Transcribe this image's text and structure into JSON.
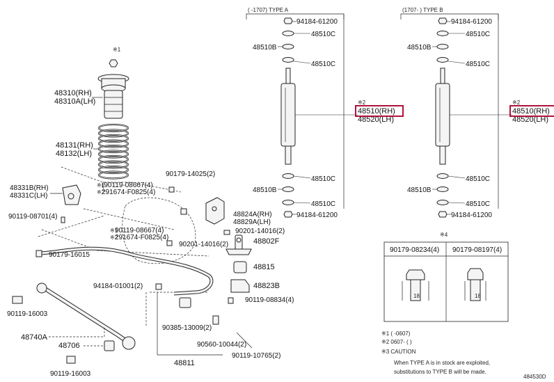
{
  "labels": {
    "l48310": "48310(RH)",
    "l48310a": "48310A(LH)",
    "l48131": "48131(RH)",
    "l48132": "48132(LH)",
    "l48331b": "48331B(RH)",
    "l48331c": "48331C(LH)",
    "l90119_08701": "90119-08701(4)",
    "l90179_14025": "90179-14025(2)",
    "l90119_08667a": "(90119-08667(4)",
    "l291674a": "291674-F0825(4)",
    "l48824a": "48824A(RH)",
    "l48829a": "48829A(LH)",
    "l90119_08667b": "90119-08667(4)",
    "l291674b": "291674-F0825(4)",
    "l90201": "90201-14016(2)",
    "l90201_2": "90201-14016(2)",
    "l48802f": "48802F",
    "l90179_16015": "90179-16015",
    "l48815": "48815",
    "l94184_01001": "94184-01001(2)",
    "l48823b": "48823B",
    "l90119_08834": "90119-08834(4)",
    "l90119_16003a": "90119-16003",
    "l90385": "90385-13009(2)",
    "l48740a": "48740A",
    "l48706": "48706",
    "l90560": "90560-10044(2)",
    "l90119_10765": "90119-10765(2)",
    "l48811": "48811",
    "l90119_16003b": "90119-16003",
    "mark1": "※1",
    "mark2": "※2",
    "mark3": "※3"
  },
  "typeA": {
    "header": "( -1707) TYPE A",
    "nut_top": "94184-61200",
    "c1": "48510C",
    "b1": "48510B",
    "c2": "48510C",
    "main": "48510(RH)",
    "main2": "48520(LH)",
    "c3": "48510C",
    "b2": "48510B",
    "c4": "48510C",
    "nut_bottom": "94184-61200",
    "mark": "※2"
  },
  "typeB": {
    "header": "(1707- ) TYPE B",
    "nut_top": "94184-61200",
    "c1": "48510C",
    "b1": "48510B",
    "c2": "48510C",
    "main": "48510(RH)",
    "main2": "48520(LH)",
    "c3": "48510C",
    "b2": "48510B",
    "c4": "48510C",
    "nut_bottom": "94184-61200",
    "mark": "※2"
  },
  "box": {
    "mark": "※4",
    "left": "90179-08234(4)",
    "right": "90179-08197(4)",
    "dim_left": "18",
    "dim_right": "18"
  },
  "notes": {
    "n1": "※1 (        -0607)",
    "n2": "※2 0607- (        )",
    "n3": "※3  CAUTION",
    "n4": "When TYPE A is in stock are exploited,",
    "n5": "substitutions to TYPE B will be made."
  },
  "code": "484530D"
}
